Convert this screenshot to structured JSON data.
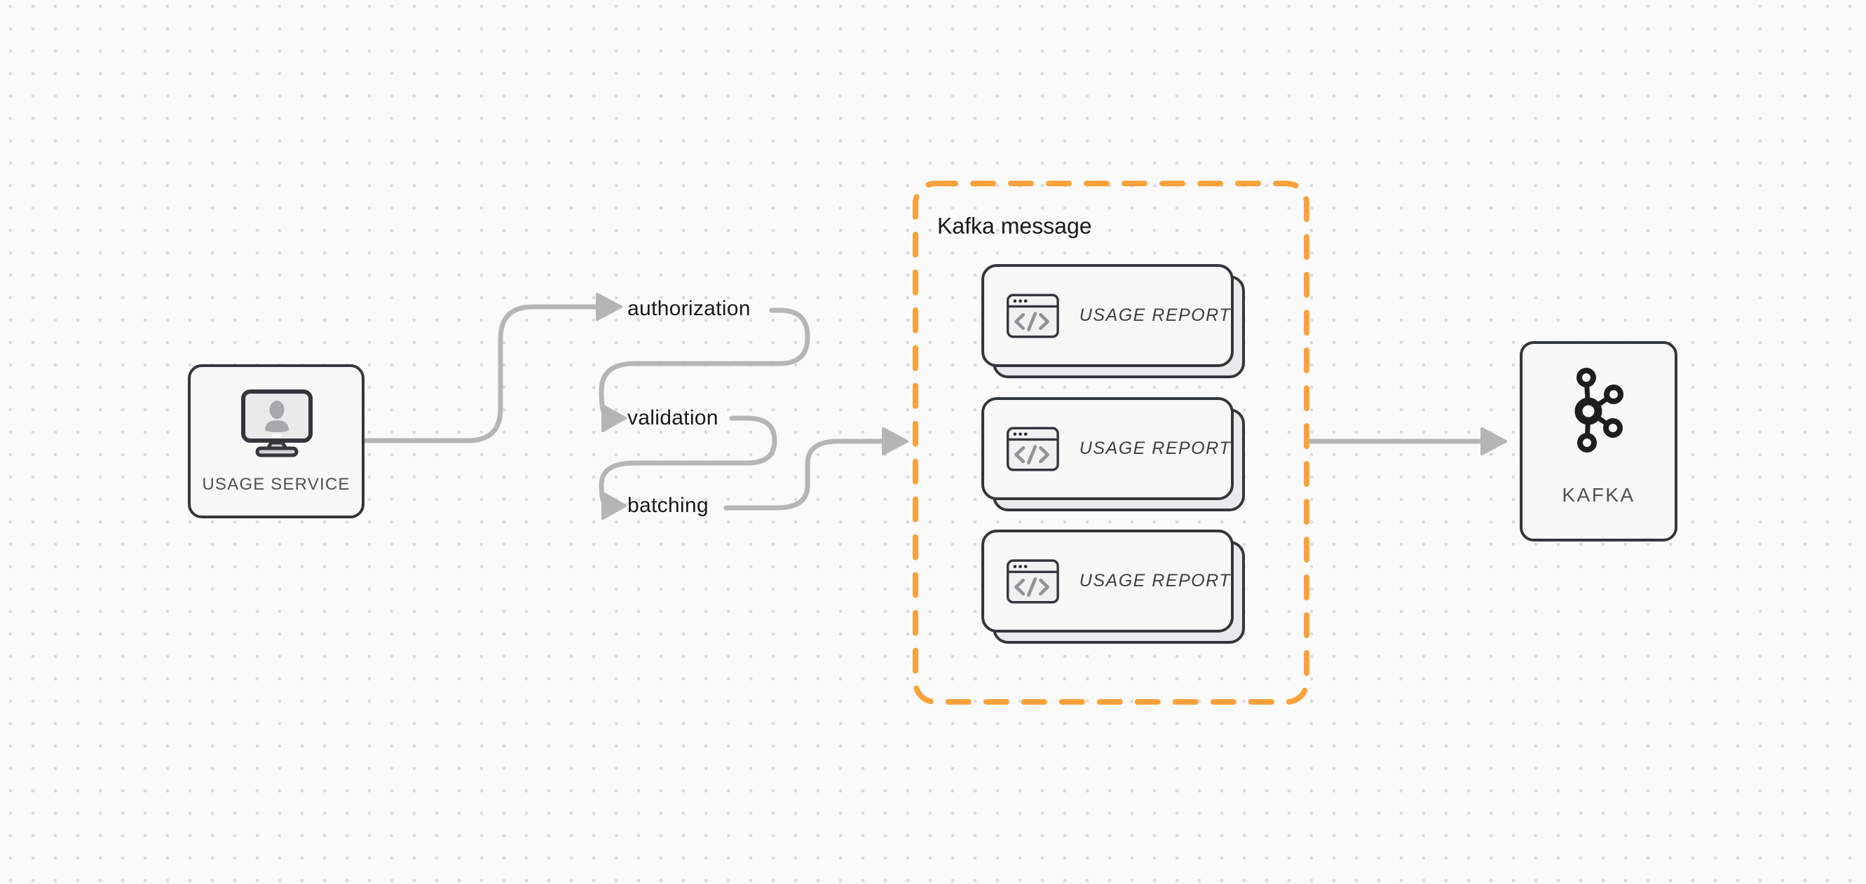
{
  "theme": {
    "background": "#fafafa",
    "dot_color": "#dcdcdc",
    "arrow_color": "#b5b5b5",
    "border_dark": "#33373c",
    "node_fill": "#f7f8f8",
    "shadow_fill": "#e9eaeb",
    "accent_orange": "#f9a23c",
    "step_label_color": "#18181a",
    "node_label_color": "#4c5156",
    "report_label_color": "#3c4045",
    "icon_gray": "#8f9396"
  },
  "usage_service": {
    "label": "USAGE SERVICE",
    "icon": "monitor-user-icon"
  },
  "pipeline_steps": [
    {
      "label": "authorization"
    },
    {
      "label": "validation"
    },
    {
      "label": "batching"
    }
  ],
  "kafka_message_group": {
    "title": "Kafka message",
    "cards": [
      {
        "label": "USAGE REPORT",
        "icon": "code-window-icon"
      },
      {
        "label": "USAGE REPORT",
        "icon": "code-window-icon"
      },
      {
        "label": "USAGE REPORT",
        "icon": "code-window-icon"
      }
    ]
  },
  "kafka": {
    "label": "KAFKA",
    "icon": "kafka-logo-icon"
  }
}
